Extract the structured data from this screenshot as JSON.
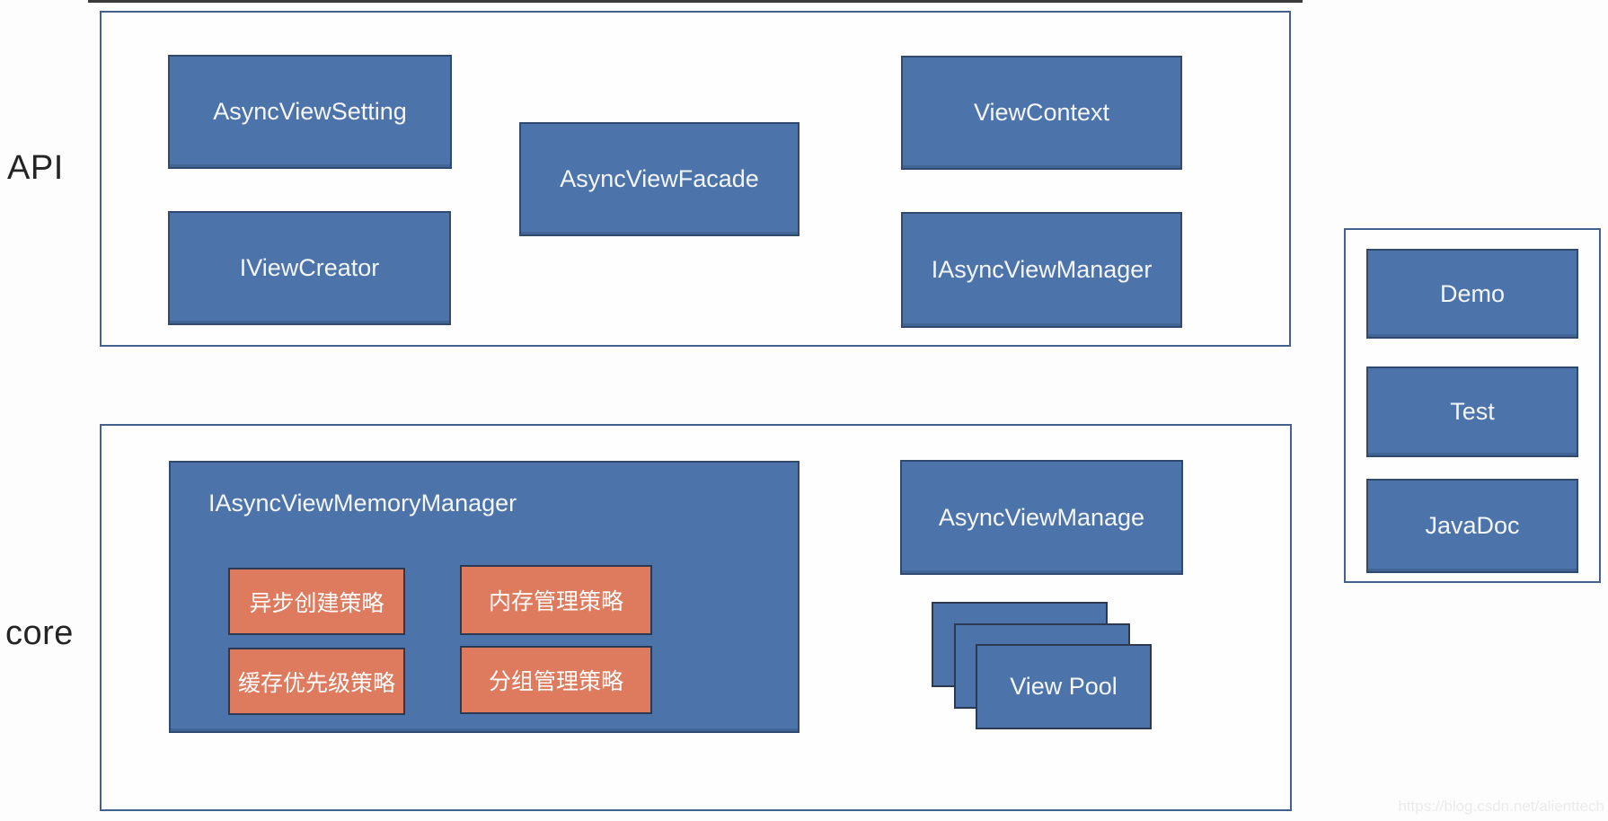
{
  "labels": {
    "api": "API",
    "core": "core"
  },
  "api_section": {
    "boxes": [
      {
        "id": "async-view-setting",
        "label": "AsyncViewSetting"
      },
      {
        "id": "iview-creator",
        "label": "IViewCreator"
      },
      {
        "id": "async-view-facade",
        "label": "AsyncViewFacade"
      },
      {
        "id": "view-context",
        "label": "ViewContext"
      },
      {
        "id": "iasync-view-manager",
        "label": "IAsyncViewManager"
      }
    ]
  },
  "core_section": {
    "memory_manager": {
      "title": "IAsyncViewMemoryManager",
      "strategies": [
        "异步创建策略",
        "内存管理策略",
        "缓存优先级策略",
        "分组管理策略"
      ]
    },
    "async_view_manage": "AsyncViewManage",
    "view_pool": "View Pool"
  },
  "side_section": {
    "boxes": [
      {
        "id": "demo",
        "label": "Demo"
      },
      {
        "id": "test",
        "label": "Test"
      },
      {
        "id": "javadoc",
        "label": "JavaDoc"
      }
    ]
  },
  "watermark": "https://blog.csdn.net/alienttech",
  "colors": {
    "box_blue": "#4d74aa",
    "box_blue_border": "#30496f",
    "box_orange": "#de7b5e",
    "box_orange_border": "#2b3a52",
    "container_border": "#44618e",
    "section_label_text": "#242424",
    "box_text": "#f4f6f9",
    "watermark_text": "#ebebeb"
  }
}
